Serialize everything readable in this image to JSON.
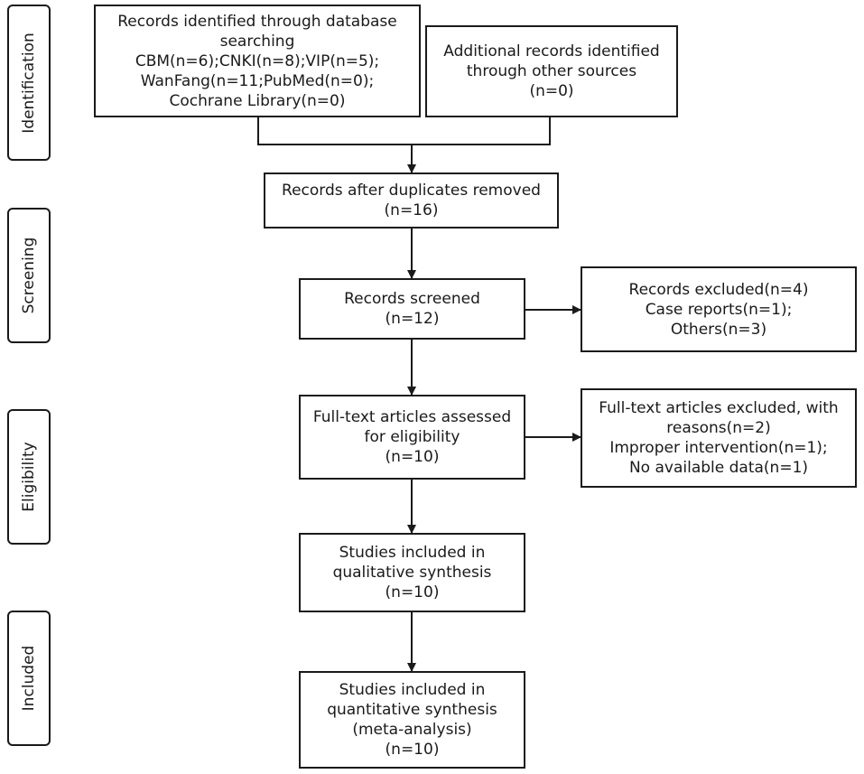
{
  "stages": [
    {
      "key": "identification",
      "label": "Identification"
    },
    {
      "key": "screening",
      "label": "Screening"
    },
    {
      "key": "eligibility",
      "label": "Eligibility"
    },
    {
      "key": "included",
      "label": "Included"
    }
  ],
  "boxes": {
    "database_search": {
      "lines": [
        "Records identified through database",
        "searching",
        "CBM(n=6);CNKI(n=8);VIP(n=5);",
        "WanFang(n=11;PubMed(n=0);",
        "Cochrane Library(n=0)"
      ]
    },
    "other_sources": {
      "lines": [
        "Additional records identified",
        "through other sources",
        "(n=0)"
      ]
    },
    "duplicates_removed": {
      "lines": [
        "Records after duplicates removed",
        "(n=16)"
      ]
    },
    "screened": {
      "lines": [
        "Records screened",
        "(n=12)"
      ]
    },
    "excluded": {
      "lines": [
        "Records excluded(n=4)",
        "Case reports(n=1);",
        "Others(n=3)"
      ]
    },
    "full_text": {
      "lines": [
        "Full-text articles assessed",
        "for eligibility",
        "(n=10)"
      ]
    },
    "full_text_excluded": {
      "lines": [
        "Full-text articles excluded, with",
        "reasons(n=2)",
        "Improper intervention(n=1);",
        "No available data(n=1)"
      ]
    },
    "qualitative": {
      "lines": [
        "Studies included in",
        "qualitative synthesis",
        "(n=10)"
      ]
    },
    "quantitative": {
      "lines": [
        "Studies included in",
        "quantitative synthesis",
        "(meta-analysis)",
        "(n=10)"
      ]
    }
  }
}
